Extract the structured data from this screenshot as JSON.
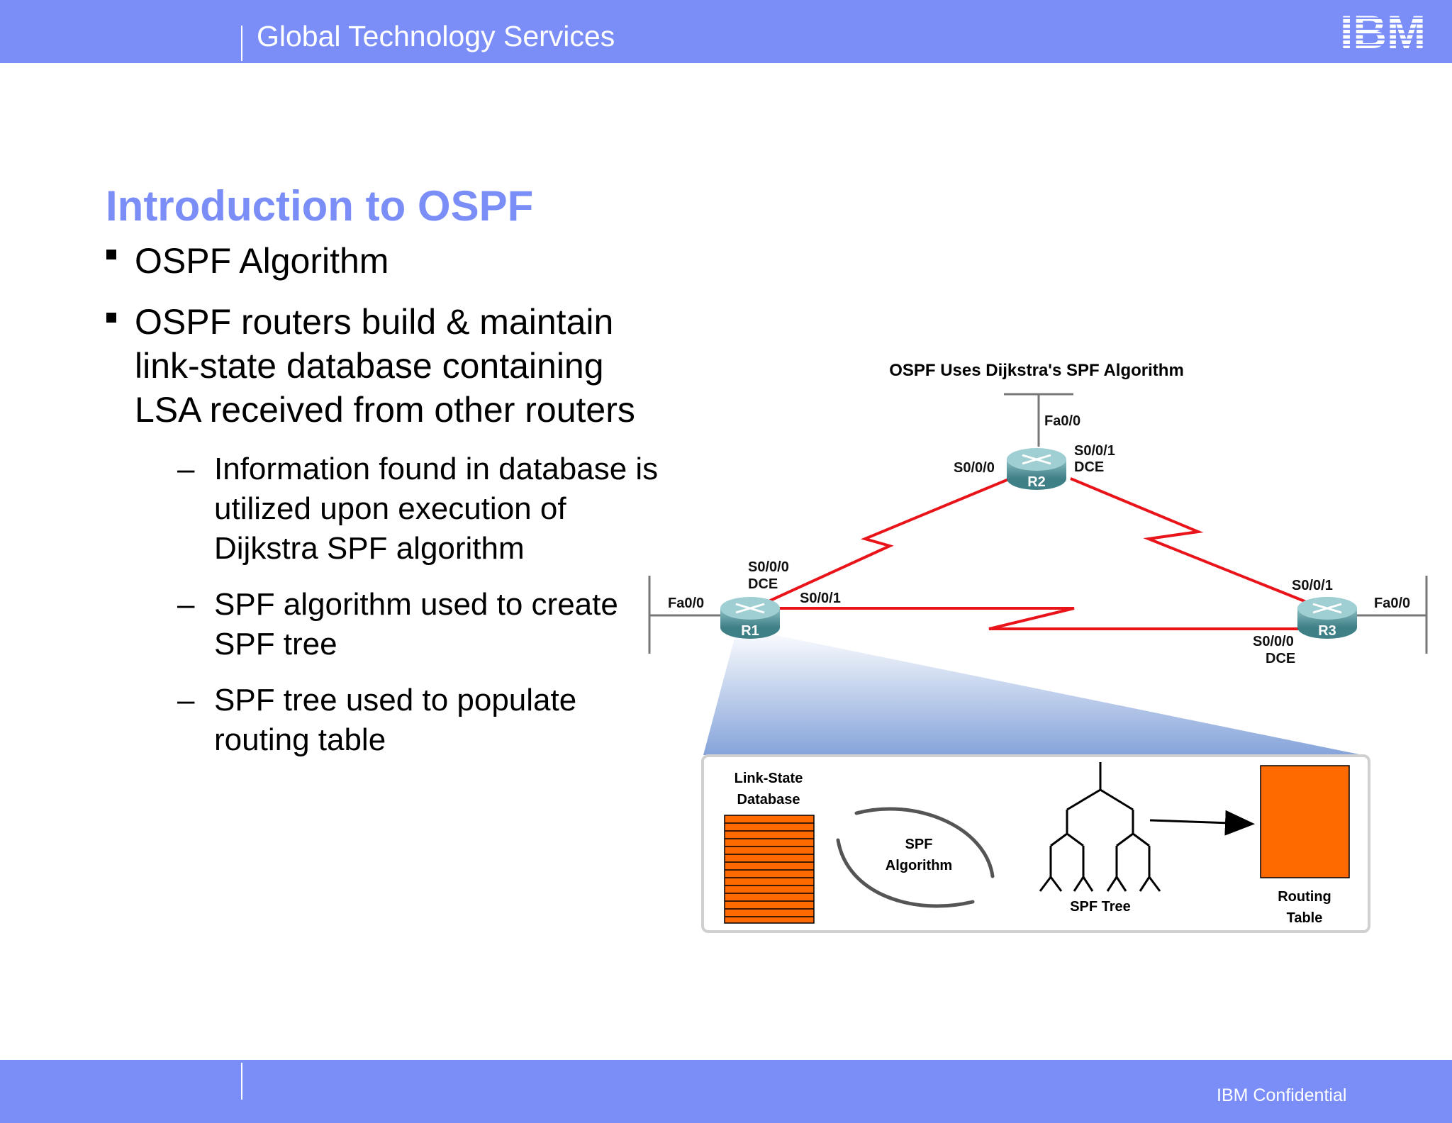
{
  "header": {
    "org": "Global Technology Services",
    "logo_text": "IBM"
  },
  "footer": {
    "confidential": "IBM Confidential"
  },
  "slide": {
    "title": "Introduction to OSPF",
    "bullets": [
      {
        "lines": [
          "OSPF Algorithm"
        ]
      },
      {
        "lines": [
          "OSPF routers build & maintain",
          "link-state database containing",
          "LSA received from other routers"
        ]
      }
    ],
    "subbullets": [
      {
        "lines": [
          "Information found in database is",
          "utilized upon execution of",
          "Dijkstra SPF  algorithm"
        ]
      },
      {
        "lines": [
          "SPF algorithm used to create",
          "SPF tree"
        ]
      },
      {
        "lines": [
          "SPF tree used to populate",
          "routing table"
        ]
      }
    ]
  },
  "diagram": {
    "title": "OSPF Uses Dijkstra's SPF Algorithm",
    "routers": [
      {
        "name": "R2",
        "labels": [
          "Fa0/0",
          "S0/0/0",
          "S0/0/1",
          "DCE"
        ]
      },
      {
        "name": "R1",
        "labels": [
          "S0/0/0",
          "DCE",
          "S0/0/1",
          "Fa0/0"
        ]
      },
      {
        "name": "R3",
        "labels": [
          "S0/0/1",
          "Fa0/0",
          "S0/0/0",
          "DCE"
        ]
      }
    ],
    "process": {
      "lsdb": [
        "Link-State",
        "Database"
      ],
      "algorithm": [
        "SPF",
        "Algorithm"
      ],
      "tree": "SPF Tree",
      "routing_table": [
        "Routing",
        "Table"
      ]
    },
    "colors": {
      "link": "#e8141a",
      "orange": "#ff6a00",
      "router": "#5f9aa0",
      "accent": "#7b8ef8"
    }
  }
}
